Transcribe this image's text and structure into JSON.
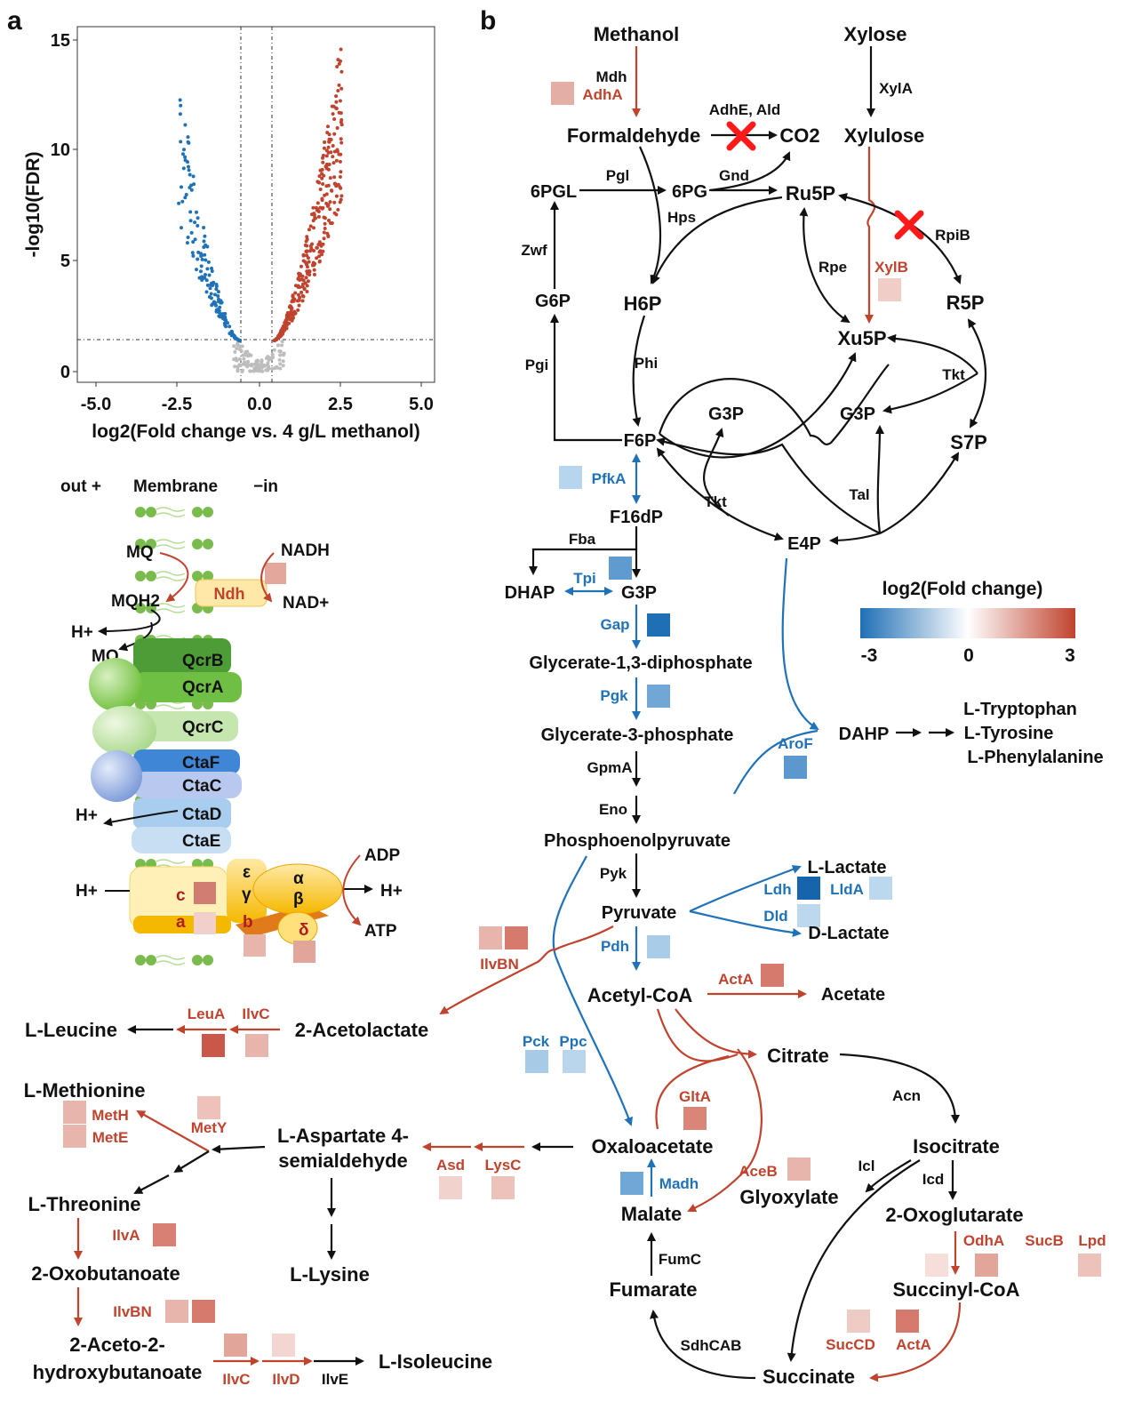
{
  "colors": {
    "up": "#c0432e",
    "down": "#1f72b8",
    "ns": "#bdbdbd",
    "arrow_black": "#111111"
  },
  "panel_a": {
    "label": "a",
    "volcano": {
      "ylabel": "-log10(FDR)",
      "xlabel": "log2(Fold change vs. 4 g/L methanol)",
      "xticks": [
        "-5.0",
        "-2.5",
        "0.0",
        "2.5",
        "5.0"
      ],
      "yticks": [
        "0",
        "5",
        "10",
        "15"
      ]
    },
    "membrane": {
      "out_label": "out +",
      "membrane_label": "Membrane",
      "in_label": "−in",
      "mq": "MQ",
      "mqh2": "MQH2",
      "nadh": "NADH",
      "nad": "NAD+",
      "ndh": "Ndh",
      "h_plus": "H+",
      "mq2": "MQ",
      "qcrB": "QcrB",
      "qcrA": "QcrA",
      "qcrC": "QcrC",
      "ctaF": "CtaF",
      "ctaC": "CtaC",
      "ctaD": "CtaD",
      "ctaE": "CtaE",
      "adp": "ADP",
      "atp": "ATP",
      "eps": "ε",
      "gam": "γ",
      "alp": "α",
      "bet": "β",
      "del": "δ",
      "c": "c",
      "a": "a",
      "b": "b"
    }
  },
  "panel_b": {
    "label": "b",
    "legend": {
      "title": "log2(Fold change)",
      "min": "-3",
      "mid": "0",
      "max": "3"
    },
    "metabolites": {
      "methanol": "Methanol",
      "xylose": "Xylose",
      "formaldehyde": "Formaldehyde",
      "co2": "CO2",
      "xylulose": "Xylulose",
      "sixpgl": "6PGL",
      "sixpg": "6PG",
      "ru5p": "Ru5P",
      "g6p": "G6P",
      "h6p": "H6P",
      "r5p": "R5P",
      "xu5p": "Xu5P",
      "g3p_a": "G3P",
      "g3p_b": "G3P",
      "f6p": "F6P",
      "s7p": "S7P",
      "f16dp": "F16dP",
      "e4p": "E4P",
      "dhap": "DHAP",
      "g3p_c": "G3P",
      "g13dp": "Glycerate-1,3-diphosphate",
      "g3pa": "Glycerate-3-phosphate",
      "dahp": "DAHP",
      "trp": "L-Tryptophan",
      "tyr": "L-Tyrosine",
      "phe": "L-Phenylalanine",
      "pep": "Phosphoenolpyruvate",
      "llac": "L-Lactate",
      "dlac": "D-Lactate",
      "pyruvate": "Pyruvate",
      "acetylcoa": "Acetyl-CoA",
      "acetate": "Acetate",
      "leucine": "L-Leucine",
      "acetolactate": "2-Acetolactate",
      "citrate": "Citrate",
      "methionine": "L-Methionine",
      "asp4sa_1": "L-Aspartate 4-",
      "asp4sa_2": "semialdehyde",
      "oxaloacetate": "Oxaloacetate",
      "isocitrate": "Isocitrate",
      "threonine": "L-Threonine",
      "glyoxylate": "Glyoxylate",
      "malate": "Malate",
      "oxoglutarate": "2-Oxoglutarate",
      "oxobutanoate": "2-Oxobutanoate",
      "lysine": "L-Lysine",
      "fumarate": "Fumarate",
      "succinylcoa": "Succinyl-CoA",
      "aceto2_1": "2-Aceto-2-",
      "aceto2_2": "hydroxybutanoate",
      "isoleucine": "L-Isoleucine",
      "succinate": "Succinate"
    },
    "enzymes": {
      "mdh": "Mdh",
      "adhA": "AdhA",
      "adhE": "AdhE, Ald",
      "xylA": "XylA",
      "pgl": "Pgl",
      "gnd": "Gnd",
      "hps": "Hps",
      "zwf": "Zwf",
      "rpiB": "RpiB",
      "rpe": "Rpe",
      "xylB": "XylB",
      "pgi": "Pgi",
      "phi": "Phi",
      "tkt1": "Tkt",
      "tkt2": "Tkt",
      "tal": "Tal",
      "pfkA": "PfkA",
      "fba": "Fba",
      "tpi": "Tpi",
      "gap": "Gap",
      "pgk": "Pgk",
      "gpmA": "GpmA",
      "eno": "Eno",
      "aroF": "AroF",
      "pyk": "Pyk",
      "ldh": "Ldh",
      "lldA": "LldA",
      "dld": "Dld",
      "pdh": "Pdh",
      "ilvBN": "IlvBN",
      "actA": "ActA",
      "leuA": "LeuA",
      "ilvC": "IlvC",
      "pck": "Pck",
      "ppc": "Ppc",
      "gltA": "GltA",
      "acn": "Acn",
      "metH": "MetH",
      "metE": "MetE",
      "metY": "MetY",
      "asd": "Asd",
      "lysC": "LysC",
      "aceB": "AceB",
      "icl": "Icl",
      "icd": "Icd",
      "madh": "Madh",
      "ilvA": "IlvA",
      "odhA": "OdhA",
      "sucB": "SucB",
      "lpd": "Lpd",
      "fumC": "FumC",
      "ilvBN2": "IlvBN",
      "sdh": "SdhCAB",
      "sucCD": "SucCD",
      "actA2": "ActA",
      "ilvC2": "IlvC",
      "ilvD": "IlvD",
      "ilvE": "IlvE"
    }
  }
}
